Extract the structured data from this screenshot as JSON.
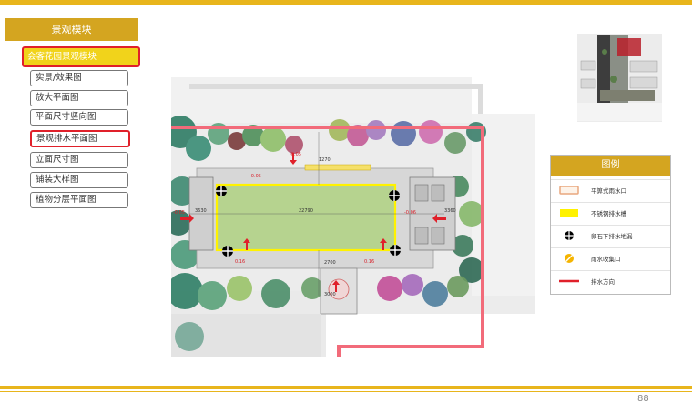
{
  "nav": {
    "header": "景观模块",
    "active": "会客花园景观模块",
    "items": [
      {
        "label": "实景/效果图"
      },
      {
        "label": "放大平面图"
      },
      {
        "label": "平面尺寸竖向图"
      },
      {
        "label": "景观排水平面图"
      },
      {
        "label": "立面尺寸图"
      },
      {
        "label": "铺装大样图"
      },
      {
        "label": "植物分层平面图"
      }
    ],
    "selected_index": 3
  },
  "plan": {
    "dimensions": [
      "22790",
      "3360",
      "3630",
      "3000",
      "1270",
      "2700"
    ],
    "elevations": [
      "-0.05",
      "-0.06",
      "-0.05",
      "-0.05",
      "0.16",
      "0.16"
    ]
  },
  "legend": {
    "title": "图例",
    "items": [
      {
        "label": "平箅式雨水口",
        "icon": "grate-inlet-icon"
      },
      {
        "label": "不锈钢排水槽",
        "icon": "drain-channel-icon"
      },
      {
        "label": "卵石下排水地漏",
        "icon": "floor-drain-icon"
      },
      {
        "label": "雨水收集口",
        "icon": "rain-collector-icon"
      },
      {
        "label": "排水方向",
        "icon": "drain-direction-icon"
      }
    ]
  },
  "page_number": "88",
  "colors": {
    "accent": "#e8b51c",
    "gold": "#d4a520",
    "active_bg": "#f1d31b",
    "highlight_border": "#e0202a",
    "drain_line": "#f26b7a",
    "channel_yellow": "#fff200"
  }
}
